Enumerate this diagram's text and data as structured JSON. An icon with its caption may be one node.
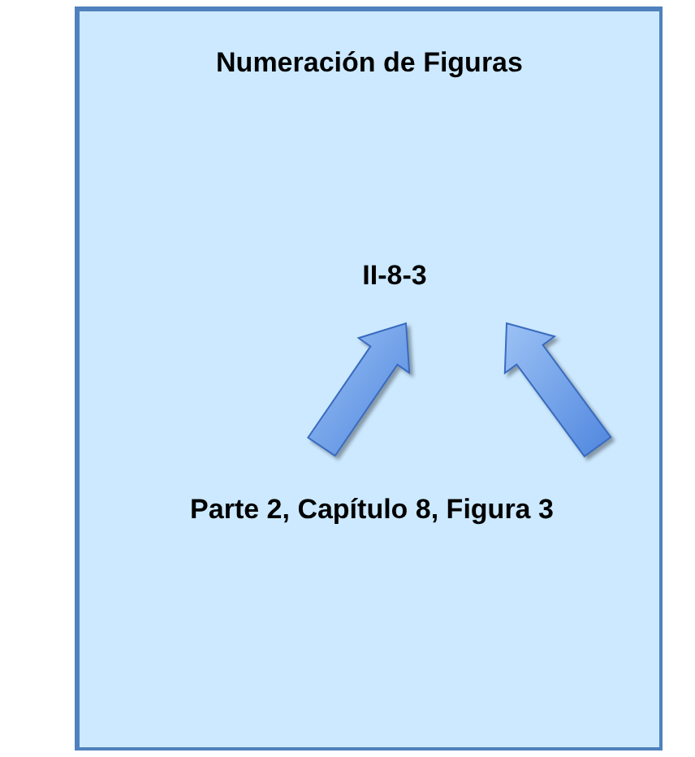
{
  "diagram": {
    "nodes": [
      {
        "text": [
          "Numeración de Figuras"
        ]
      },
      {
        "text": [
          "II-8-3"
        ],
        "in": 0
      },
      {
        "text": [
          "Parte 2, Capítulo 8, Figura 3"
        ],
        "in": 0
      }
    ],
    "edges": [
      {
        "from": 2,
        "to": 1,
        "arrow": "to",
        "style": "thick"
      },
      {
        "from": 2,
        "to": 1,
        "arrow": "to",
        "style": "thick"
      }
    ]
  }
}
